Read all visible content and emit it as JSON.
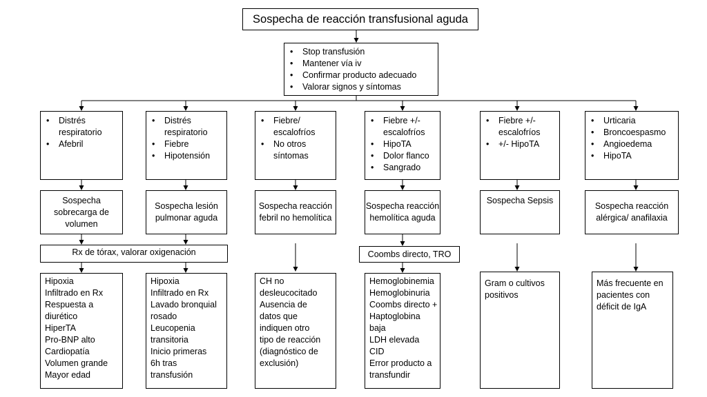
{
  "title": "Sospecha de reacción transfusional aguda",
  "initial_steps": [
    "Stop transfusión",
    "Mantener vía iv",
    "Confirmar producto adecuado",
    "Valorar signos y síntomas"
  ],
  "columns": [
    {
      "findings": [
        "Distrés respiratorio",
        "Afebril"
      ],
      "suspicion": "Sospecha sobrecarga de volumen",
      "details": [
        "Hipoxia",
        "Infiltrado en Rx",
        "Respuesta a",
        "diurético",
        "HiperTA",
        "Pro-BNP alto",
        "Cardiopatía",
        "Volumen grande",
        "Mayor edad"
      ]
    },
    {
      "findings": [
        "Distrés respiratorio",
        "Fiebre",
        "Hipotensión"
      ],
      "suspicion": "Sospecha lesión pulmonar aguda",
      "details": [
        "Hipoxia",
        "Infiltrado en Rx",
        "Lavado bronquial",
        "rosado",
        "Leucopenia",
        "transitoria",
        "Inicio primeras",
        "6h tras",
        "transfusión"
      ]
    },
    {
      "findings": [
        "Fiebre/ escalofríos",
        "No otros síntomas"
      ],
      "suspicion": "Sospecha reacción febril no hemolítica",
      "details": [
        "CH no",
        "desleucocitado",
        "Ausencia de",
        "datos que",
        "indiquen otro",
        "tipo de reacción",
        "(diagnóstico de",
        "exclusión)"
      ]
    },
    {
      "findings": [
        "Fiebre +/- escalofríos",
        "HipoTA",
        "Dolor flanco",
        "Sangrado"
      ],
      "suspicion": "Sospecha reacción hemolítica aguda",
      "details": [
        "Hemoglobinemia",
        "Hemoglobinuria",
        "Coombs directo +",
        "Haptoglobina",
        "baja",
        "LDH elevada",
        "CID",
        "Error producto a",
        "transfundir"
      ]
    },
    {
      "findings": [
        "Fiebre +/- escalofríos",
        "+/- HipoTA"
      ],
      "suspicion": "Sospecha Sepsis",
      "details": [
        "Gram o cultivos",
        "positivos"
      ]
    },
    {
      "findings": [
        "Urticaria",
        "Broncoespasmo",
        "Angioedema",
        "HipoTA"
      ],
      "suspicion": "Sospecha reacción alérgica/ anafilaxia",
      "details": [
        "Más frecuente en",
        "pacientes con",
        "déficit de IgA"
      ]
    }
  ],
  "shared_tests": {
    "respiratory": "Rx de tórax, valorar oxigenación",
    "hemolytic": "Coombs directo, TRO"
  }
}
